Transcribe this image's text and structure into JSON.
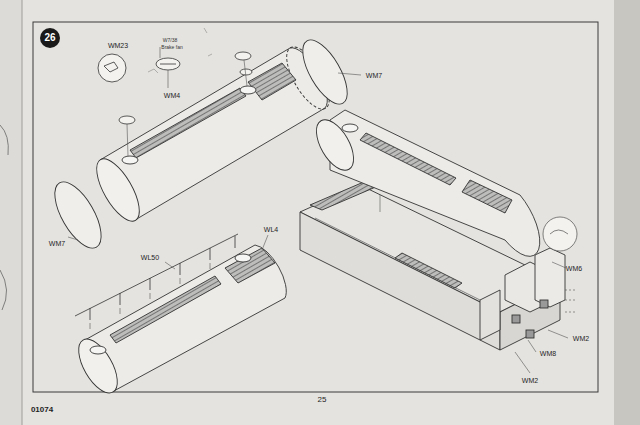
{
  "diagram": {
    "labels": [
      "26",
      "WM23",
      "W7/38",
      "Brake fan",
      "WM4",
      "WM7",
      "WM7",
      "WL50",
      "WL4",
      "WM6",
      "WM2",
      "WM8",
      "WM2",
      "01074",
      "25"
    ]
  }
}
